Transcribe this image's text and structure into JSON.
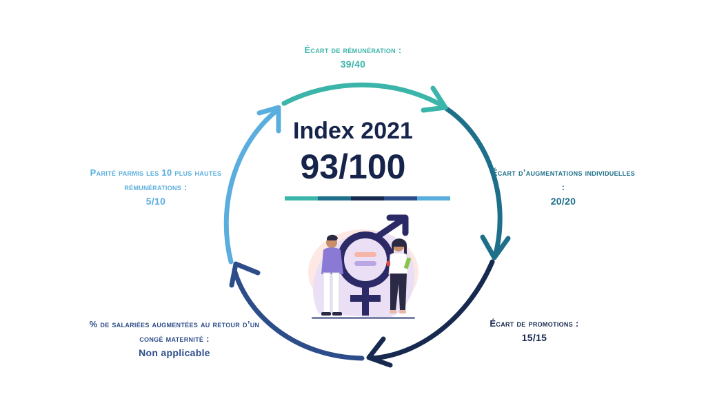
{
  "title": "Index 2021",
  "score": "93/100",
  "indicators": {
    "top": {
      "label": "Écart de rémunération :",
      "score": "39/40",
      "color": "#3bb5a9"
    },
    "right": {
      "label": "Écart d’augmentations individuelles :",
      "score": "20/20",
      "color": "#1e6f8a"
    },
    "bottom_right": {
      "label": "Écart de promotions :",
      "score": "15/15",
      "color": "#17294f"
    },
    "bottom_left": {
      "label": "% de salariées augmentées au retour d’un congé maternité :",
      "score": "Non applicable",
      "color": "#2d4d8a"
    },
    "left": {
      "label": "Parité parmis les 10 plus hautes rémunérations :",
      "score": "5/10",
      "color": "#5aaede"
    }
  },
  "colors": {
    "teal": "#3bb5a9",
    "petrol": "#1e6f8a",
    "navy": "#17294f",
    "blue": "#2d4d8a",
    "sky": "#5aaede"
  },
  "illustration": "gender-equality-illustration"
}
